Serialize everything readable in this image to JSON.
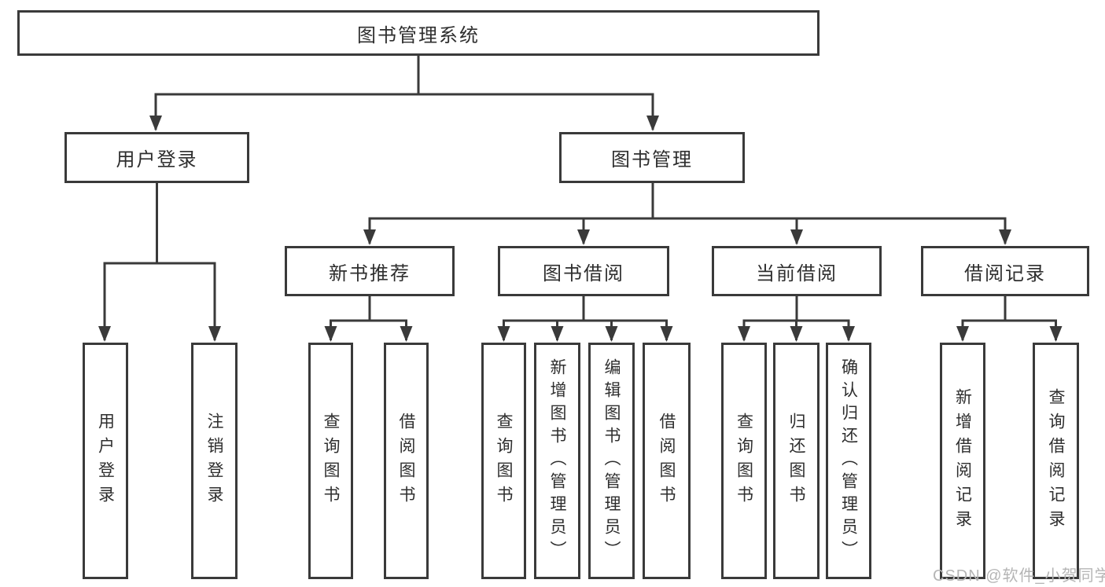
{
  "diagram": {
    "root": "图书管理系统",
    "login": {
      "label": "用户登录",
      "children": [
        "用户登录",
        "注销登录"
      ]
    },
    "management": {
      "label": "图书管理",
      "modules": [
        {
          "label": "新书推荐",
          "children": [
            "查询图书",
            "借阅图书"
          ]
        },
        {
          "label": "图书借阅",
          "children": [
            "查询图书",
            "新增图书（管理员）",
            "编辑图书（管理员）",
            "借阅图书"
          ]
        },
        {
          "label": "当前借阅",
          "children": [
            "查询图书",
            "归还图书",
            "确认归还（管理员）"
          ]
        },
        {
          "label": "借阅记录",
          "children": [
            "新增借阅记录",
            "查询借阅记录"
          ]
        }
      ]
    }
  },
  "watermark": "CSDN @软件_小贺同学",
  "colors": {
    "line": "#3a3a3a",
    "text": "#2e2e2e",
    "watermark": "#b5b5b5",
    "background": "#ffffff"
  }
}
